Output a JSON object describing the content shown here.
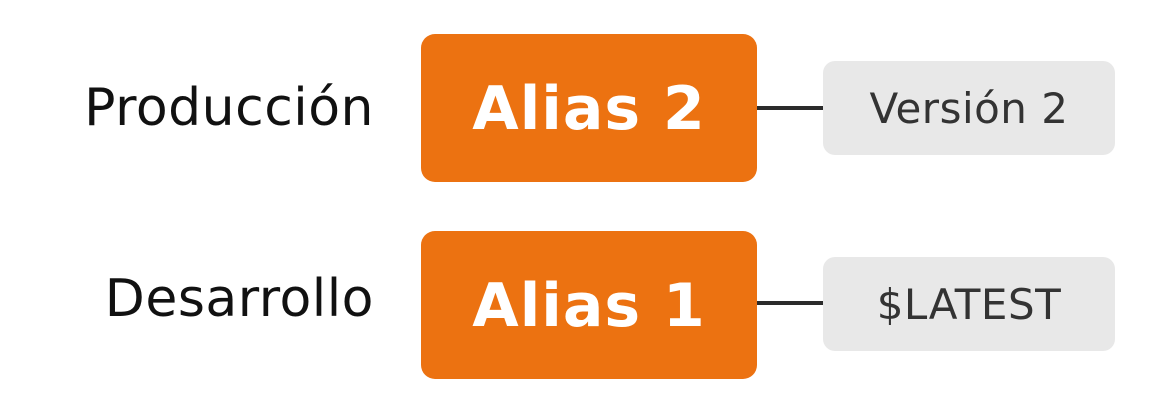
{
  "rows": [
    {
      "environment": "Producción",
      "alias": "Alias 2",
      "version": "Versión 2"
    },
    {
      "environment": "Desarrollo",
      "alias": "Alias 1",
      "version": "$LATEST"
    }
  ],
  "colors": {
    "alias_fill": "#ec7211",
    "alias_text": "#ffffff",
    "version_fill": "#e8e8e8",
    "version_text": "#333333",
    "connector": "#2b2b2b",
    "label_text": "#111111"
  }
}
